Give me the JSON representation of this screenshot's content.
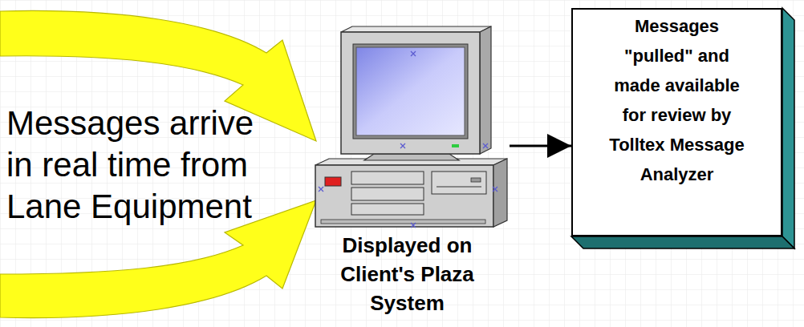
{
  "diagram": {
    "nodes": [
      {
        "text": [
          "Displayed on Client's Plaza System"
        ]
      },
      {
        "text": [
          "Messages \"pulled\" and made available for review by Tolltex Message Analyzer"
        ]
      }
    ],
    "edges": [
      {
        "from": 0,
        "to": 1,
        "arrow": "to"
      }
    ],
    "labels": [
      "Messages arrive in real time from Lane Equipment"
    ]
  }
}
